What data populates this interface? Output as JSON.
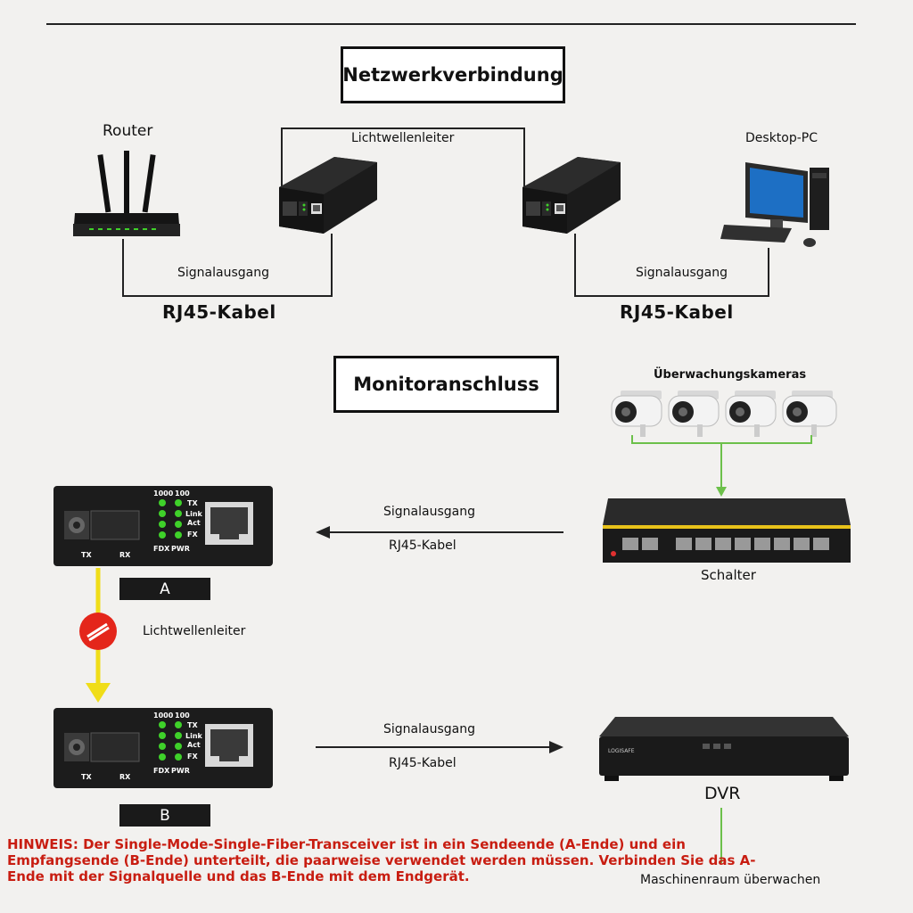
{
  "sections": {
    "network": "Netzwerkverbindung",
    "monitor": "Monitoranschluss"
  },
  "network": {
    "router": "Router",
    "desktop": "Desktop-PC",
    "fiber": "Lichtwellenleiter",
    "signal_left": "Signalausgang",
    "signal_right": "Signalausgang",
    "cable_left": "RJ45-Kabel",
    "cable_right": "RJ45-Kabel"
  },
  "monitor": {
    "cameras": "Überwachungskameras",
    "switch": "Schalter",
    "signal_top": "Signalausgang",
    "cable_top": "RJ45-Kabel",
    "fiber": "Lichtwellenleiter",
    "signal_bottom": "Signalausgang",
    "cable_bottom": "RJ45-Kabel",
    "dvr": "DVR",
    "room": "Maschinenraum überwachen",
    "end_a": "A",
    "end_b": "B",
    "port_tx": "TX",
    "port_rx": "RX",
    "led_1000": "1000",
    "led_100": "100",
    "led_tx": "TX",
    "led_link": "Link",
    "led_act": "Act",
    "led_fx": "FX",
    "led_fdx": "FDX",
    "led_pwr": "PWR",
    "dvr_brand": "LOGISAFE"
  },
  "note": "HINWEIS: Der Single-Mode-Single-Fiber-Transceiver ist in ein Sendeende (A-Ende) und ein Empfangsende (B-Ende) unterteilt, die paarweise verwendet werden müssen. Verbinden Sie das A-Ende mit der Signalquelle und das B-Ende mit dem Endgerät.",
  "colors": {
    "note": "#c81d11",
    "led_green": "#3fd12a",
    "arrow_green": "#6cc04a",
    "arrow_yellow": "#f0dd18",
    "fiber_badge": "#e4261b"
  }
}
